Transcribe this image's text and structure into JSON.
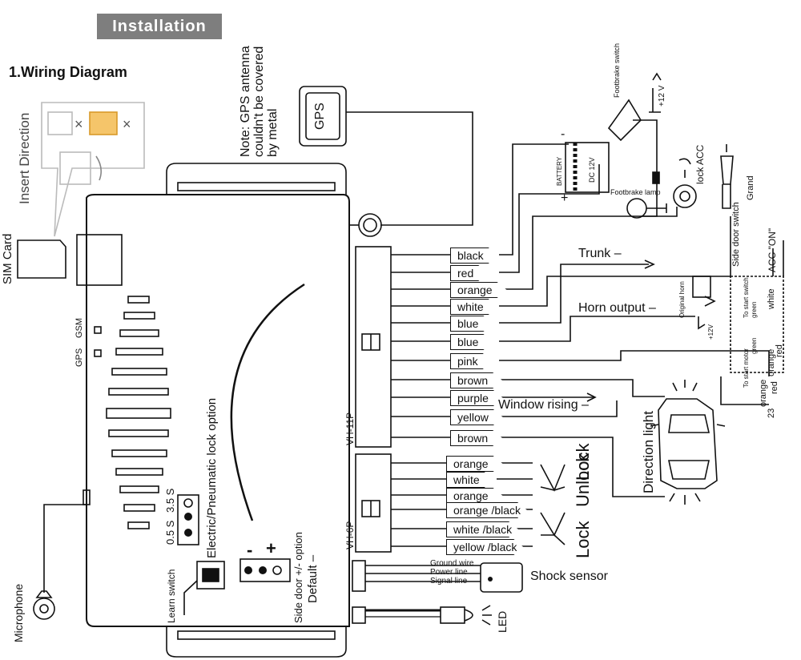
{
  "header": {
    "title": "Installation",
    "subtitle": "1.Wiring Diagram"
  },
  "sim": {
    "insert_direction": "Insert Direction",
    "sim_card": "SIM Card",
    "cross1": "×",
    "cross2": "×"
  },
  "gps": {
    "label": "GPS",
    "note_lines": [
      "Note: GPS antenna",
      "couldn't be covered",
      "by metal"
    ]
  },
  "unit": {
    "gsm_led": "GSM",
    "gps_led": "GPS",
    "lock_option": "Electric/Pneumatic lock option",
    "t05": "0.5 S",
    "t35": "3.5 S",
    "learn_switch": "Learn switch",
    "minus": "-",
    "plus": "+",
    "side_door_option": "Side door +/- option",
    "default": "Default –",
    "microphone": "Microphone"
  },
  "connectors": {
    "vh11p": "VH-11P",
    "vh6p": "VH-6P"
  },
  "wires_11p": [
    "black",
    "red",
    "orange",
    "white",
    "blue",
    "blue",
    "pink",
    "brown",
    "purple",
    "yellow",
    "brown"
  ],
  "wires_6p": [
    "orange",
    "white",
    "orange",
    "orange /black",
    "white /black",
    "yellow /black"
  ],
  "outputs": {
    "trunk": "Trunk –",
    "horn_output": "Horn output –",
    "window_rising": "Window rising –",
    "direction_light": "Direction light",
    "lock": "Lock",
    "unlock": "Unlock",
    "lock2": "Lock",
    "shock_sensor": "Shock sensor",
    "ground_wire": "Ground wire",
    "power_line": "Power line",
    "signal_line": "Signal line",
    "led": "LED"
  },
  "car": {
    "battery": "BATTERY",
    "dc12v": "DC 12V",
    "minus": "-",
    "plus": "+",
    "footbrake_switch": "Footbrake switch",
    "plus12v": "+12 V",
    "footbrake_lamp": "Footbrake lamp",
    "lock_acc": "lock ACC",
    "grand": "Grand",
    "side_door_switch": "Side door switch",
    "acc_on": "ACC \"ON\"",
    "original_horn": "Original horn",
    "plus12v_horn": "+12V",
    "to_start_switch": "To start switch",
    "green": "green",
    "white": "white",
    "to_start_motor": "To start motor",
    "green2": "green",
    "orange": "orange",
    "red": "red",
    "orange2": "orange",
    "red2": "red",
    "n23": "23"
  }
}
